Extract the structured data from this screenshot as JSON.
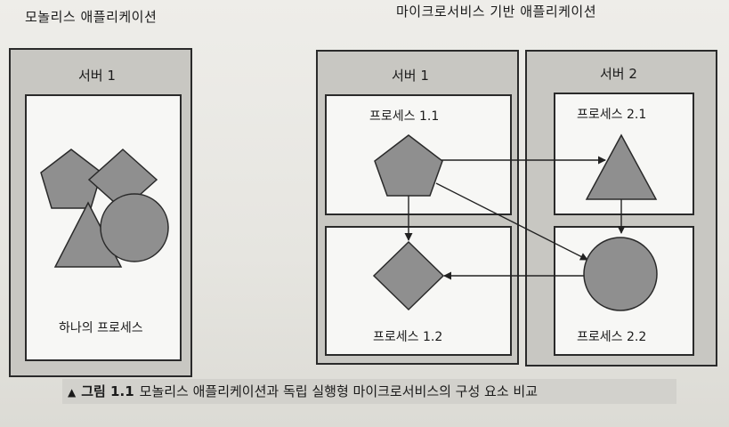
{
  "left": {
    "heading": "모놀리스 애플리케이션",
    "server_label": "서버 1",
    "process_label": "하나의 프로세스"
  },
  "right": {
    "heading": "마이크로서비스 기반 애플리케이션",
    "servers": [
      {
        "label": "서버 1",
        "processes": [
          "프로세스 1.1",
          "프로세스 1.2"
        ]
      },
      {
        "label": "서버 2",
        "processes": [
          "프로세스 2.1",
          "프로세스 2.2"
        ]
      }
    ]
  },
  "caption": {
    "marker": "▲",
    "figure_number": "그림 1.1",
    "text": "모놀리스 애플리케이션과 독립 실행형 마이크로서비스의 구성 요소 비교"
  },
  "colors": {
    "shape_fill": "#8f8f8f",
    "server_fill": "#c8c7c2",
    "process_fill": "#f7f7f5",
    "caption_band": "#d2d1cc"
  },
  "shapes": {
    "monolith": [
      "pentagon",
      "diamond",
      "triangle",
      "circle"
    ],
    "micro": {
      "process_1_1": "pentagon",
      "process_1_2": "diamond",
      "process_2_1": "triangle",
      "process_2_2": "circle"
    }
  }
}
